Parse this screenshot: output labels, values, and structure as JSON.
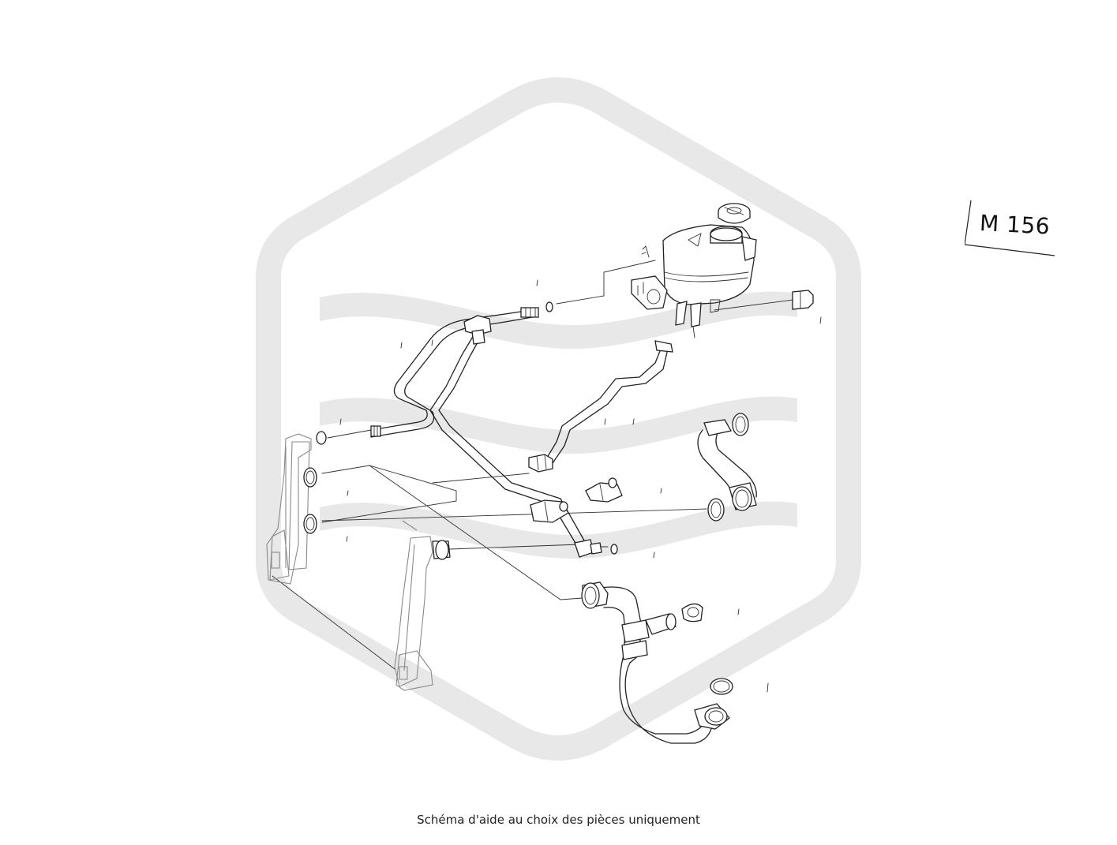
{
  "engine_label": "M 156",
  "caption": "Schéma d'aide au choix des pièces uniquement",
  "colors": {
    "watermark": "#e6e6e6",
    "line": "#222222",
    "background": "#ffffff"
  },
  "parts": [
    "expansion-tank",
    "expansion-tank-cap",
    "level-sensor",
    "upper-coolant-hose",
    "bleed-hose",
    "radiator-inlet-hose",
    "lower-coolant-hose",
    "radiator",
    "hose-clamp",
    "sealing-ring",
    "connector-fitting"
  ]
}
